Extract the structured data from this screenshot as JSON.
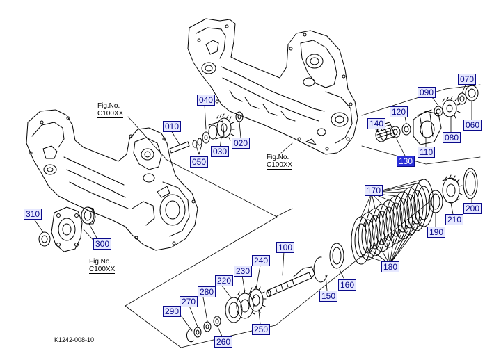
{
  "diagram": {
    "drawing_number": "K1242-008-10",
    "fig_references": [
      {
        "label": "Fig.No.",
        "code": "C100XX"
      },
      {
        "label": "Fig.No.",
        "code": "C100XX"
      },
      {
        "label": "Fig.No.",
        "code": "C100XX"
      }
    ],
    "callouts": [
      {
        "text": "010",
        "highlighted": false
      },
      {
        "text": "020",
        "highlighted": false
      },
      {
        "text": "030",
        "highlighted": false
      },
      {
        "text": "040",
        "highlighted": false
      },
      {
        "text": "050",
        "highlighted": false
      },
      {
        "text": "060",
        "highlighted": false
      },
      {
        "text": "070",
        "highlighted": false
      },
      {
        "text": "080",
        "highlighted": false
      },
      {
        "text": "090",
        "highlighted": false
      },
      {
        "text": "100",
        "highlighted": false
      },
      {
        "text": "110",
        "highlighted": false
      },
      {
        "text": "120",
        "highlighted": false
      },
      {
        "text": "130",
        "highlighted": true
      },
      {
        "text": "140",
        "highlighted": false
      },
      {
        "text": "150",
        "highlighted": false
      },
      {
        "text": "160",
        "highlighted": false
      },
      {
        "text": "170",
        "highlighted": false
      },
      {
        "text": "180",
        "highlighted": false
      },
      {
        "text": "190",
        "highlighted": false
      },
      {
        "text": "200",
        "highlighted": false
      },
      {
        "text": "210",
        "highlighted": false
      },
      {
        "text": "220",
        "highlighted": false
      },
      {
        "text": "230",
        "highlighted": false
      },
      {
        "text": "240",
        "highlighted": false
      },
      {
        "text": "250",
        "highlighted": false
      },
      {
        "text": "260",
        "highlighted": false
      },
      {
        "text": "270",
        "highlighted": false
      },
      {
        "text": "280",
        "highlighted": false
      },
      {
        "text": "290",
        "highlighted": false
      },
      {
        "text": "300",
        "highlighted": false
      },
      {
        "text": "310",
        "highlighted": false
      }
    ]
  },
  "colors": {
    "callout_border": "#0a0a8a",
    "callout_fill": "#e6e8ff",
    "callout_highlight": "#2a2fd8",
    "line": "#000000"
  }
}
